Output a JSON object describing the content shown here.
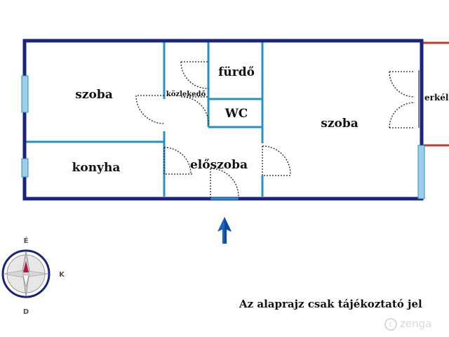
{
  "rooms": {
    "szoba_left": "szoba",
    "konyha": "konyha",
    "kozlekedo": "közlekedő",
    "furdo": "fürdő",
    "wc": "WC",
    "eloszoba": "előszoba",
    "szoba_right": "szoba",
    "erkely": "erkél"
  },
  "compass": {
    "north": "É",
    "east": "K",
    "south": "D"
  },
  "note": "Az alaprajz csak tájékoztató jel",
  "watermark": "zenga",
  "colors": {
    "outer_wall": "#1a237e",
    "inner_wall": "#2a8fc7",
    "balcony": "#c0392b",
    "window": "#9ecde8",
    "entrance_arrow": "#1565c0"
  }
}
